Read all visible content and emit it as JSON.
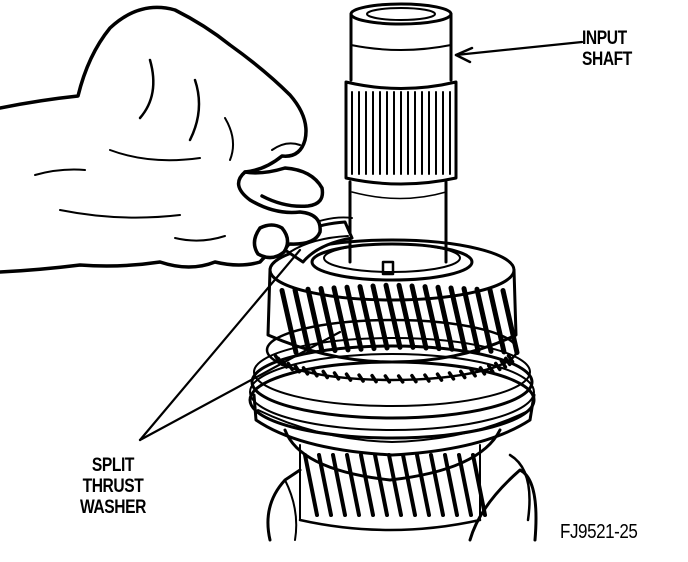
{
  "callouts": {
    "input_shaft": [
      "INPUT",
      "SHAFT"
    ],
    "split_thrust_washer": [
      "SPLIT",
      "THRUST",
      "WASHER"
    ]
  },
  "figure_id": "FJ9521-25",
  "colors": {
    "ink": "#000000",
    "paper": "#ffffff"
  }
}
